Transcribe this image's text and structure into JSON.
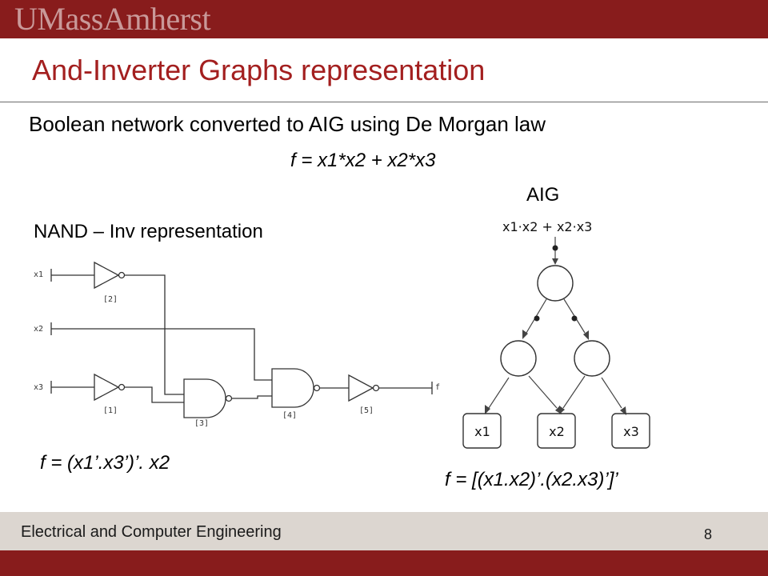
{
  "header": {
    "logo_text": "UMassAmherst",
    "title": "And-Inverter Graphs representation"
  },
  "content": {
    "subtitle": "Boolean network converted to AIG using De Morgan law",
    "main_equation": "f = x1*x2 + x2*x3",
    "aig_label": "AIG",
    "nand_label": "NAND – Inv representation",
    "left_equation": "f = (x1’.x3’)’. x2",
    "right_equation": "f = [(x1.x2)’.(x2.x3)’]’"
  },
  "circuit": {
    "inputs": [
      "x1",
      "x2",
      "x3"
    ],
    "output": "f",
    "gate_labels": [
      "[2]",
      "[1]",
      "[3]",
      "[4]",
      "[5]"
    ]
  },
  "aig_graph": {
    "top_expression": "x1·x2 + x2·x3",
    "leaves": [
      "x1",
      "x2",
      "x3"
    ]
  },
  "footer": {
    "department": "Electrical and Computer Engineering",
    "page_number": "8"
  },
  "colors": {
    "brand_maroon": "#881c1c",
    "title_red": "#a31f1f",
    "footer_bg": "#dcd6d0"
  }
}
